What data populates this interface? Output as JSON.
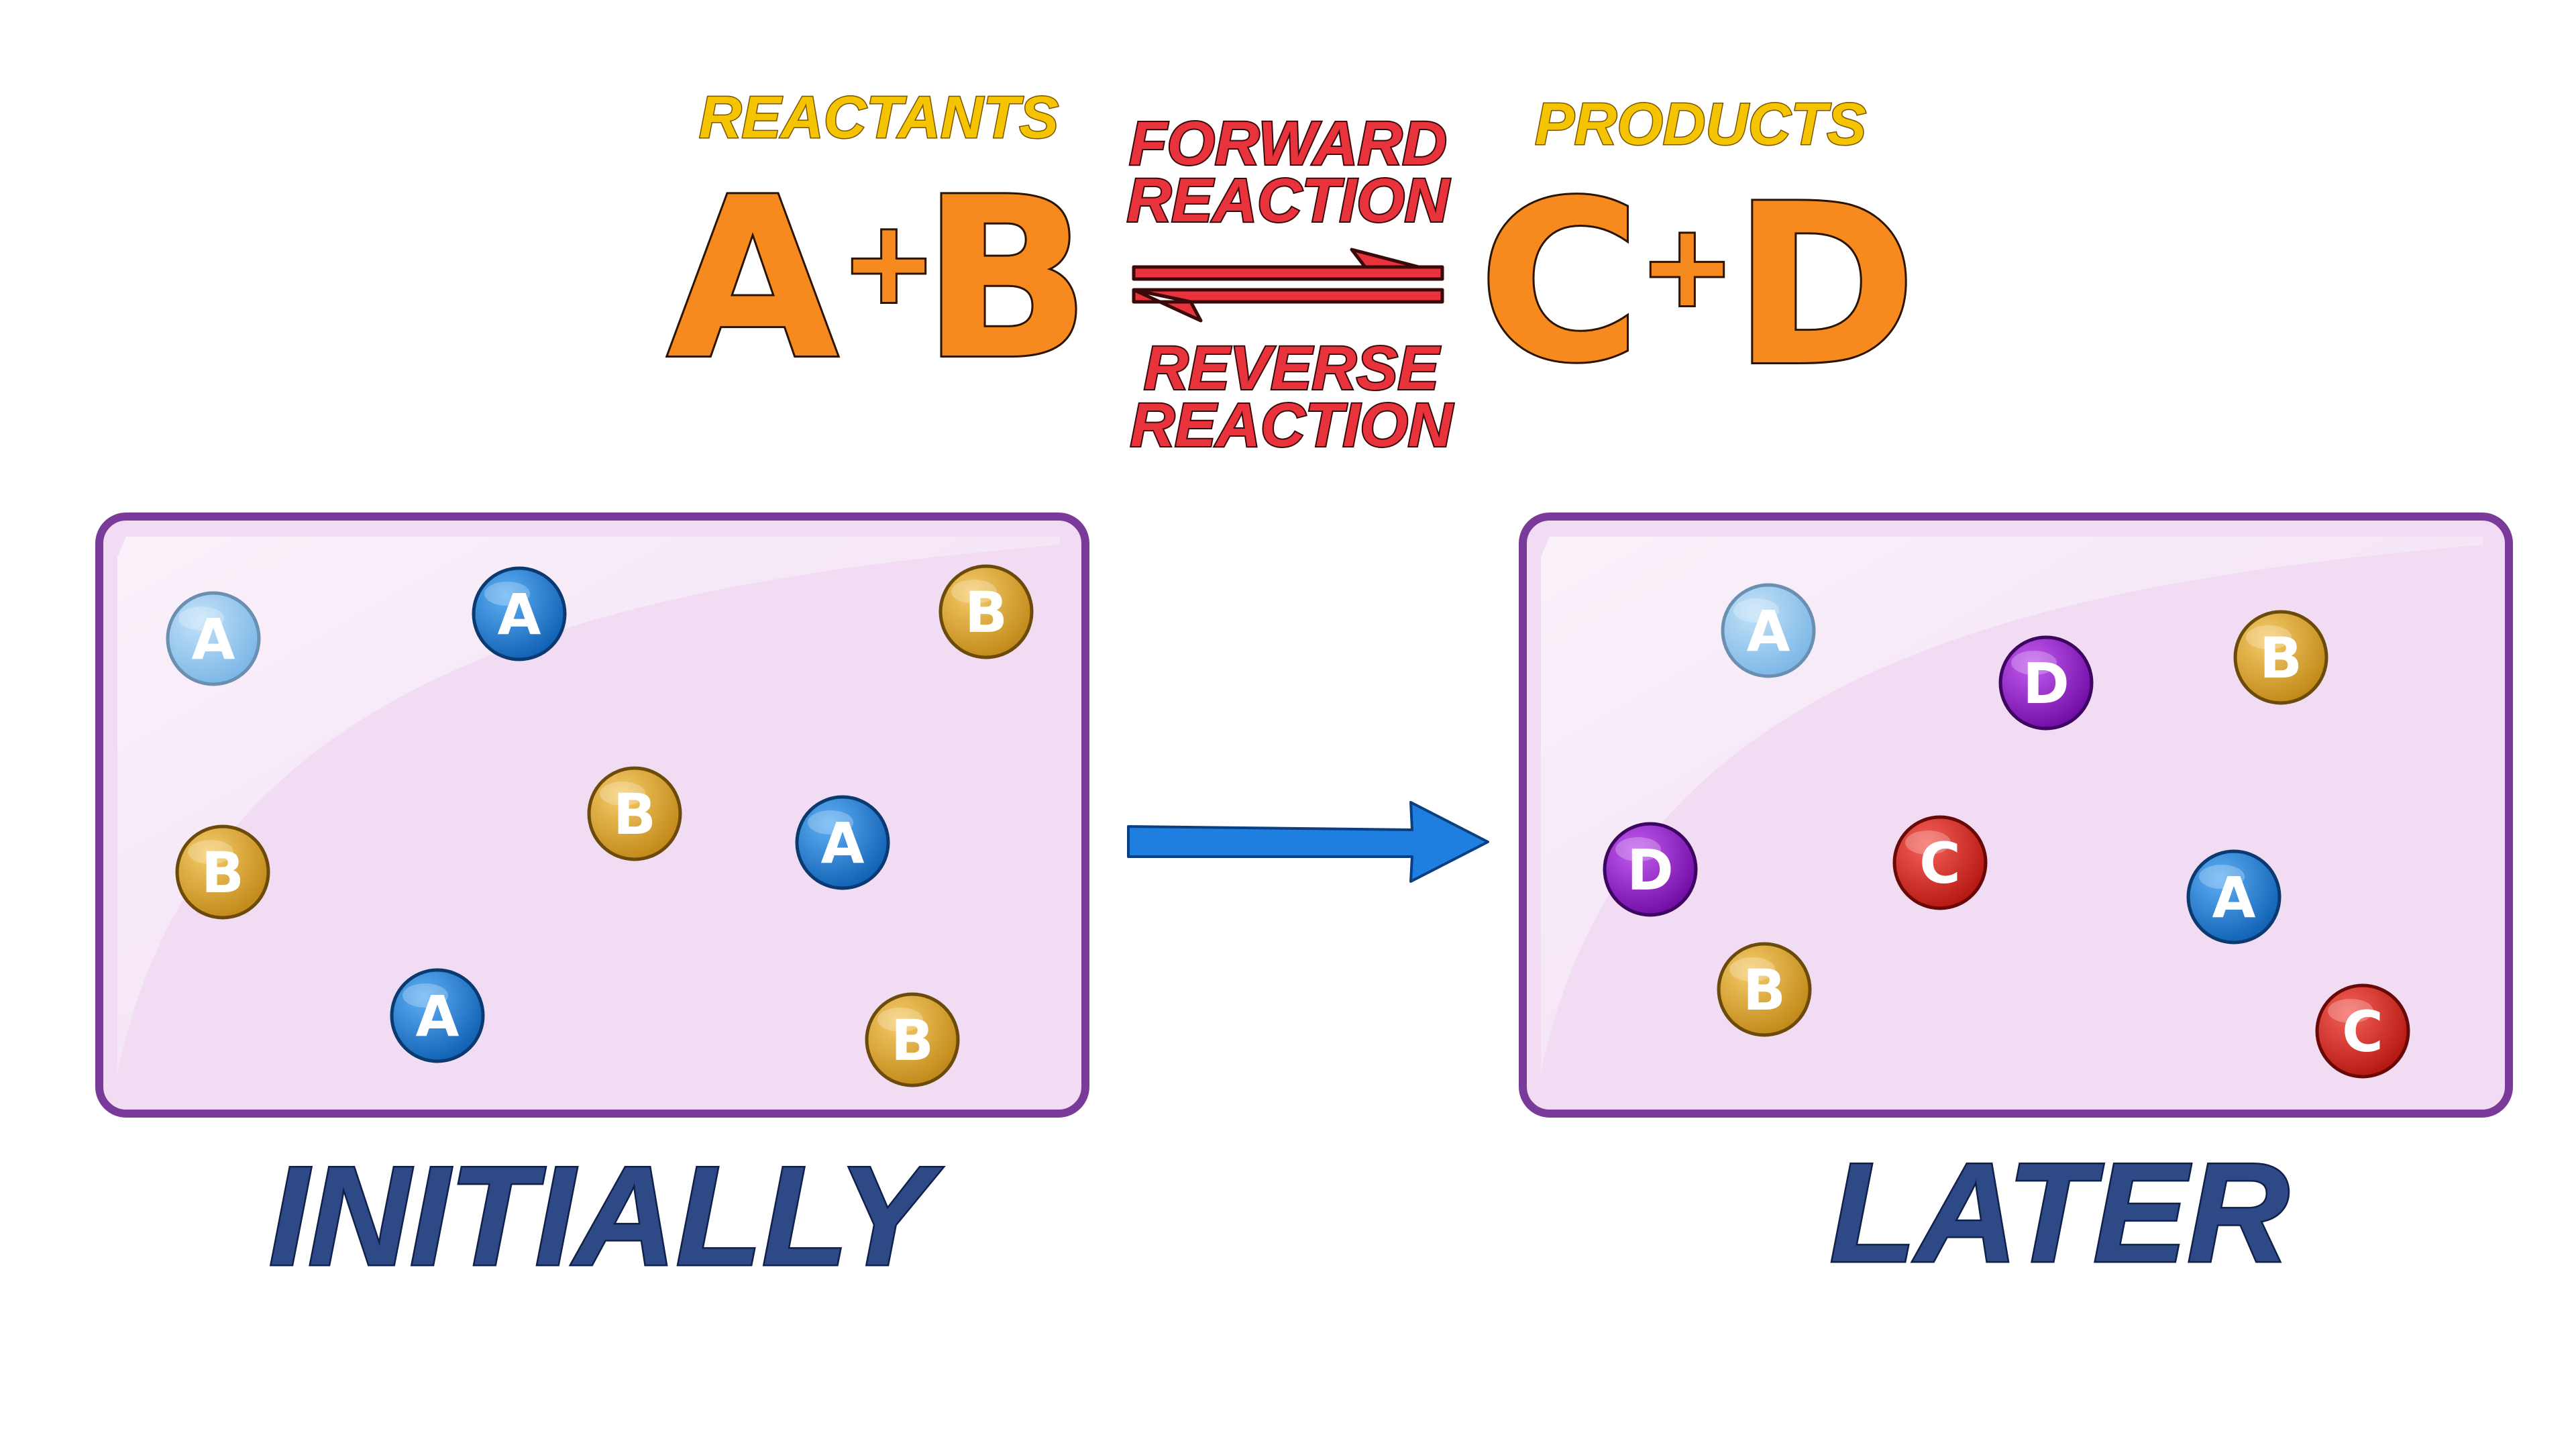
{
  "equation": {
    "reactants_label": "REACTANTS",
    "products_label": "PRODUCTS",
    "forward_label_line1": "FORWARD",
    "forward_label_line2": "REACTION",
    "reverse_label_line1": "REVERSE",
    "reverse_label_line2": "REACTION",
    "reactant_1": "A",
    "reactant_2": "B",
    "product_1": "C",
    "product_2": "D",
    "plus": "+"
  },
  "states": {
    "initial_label": "INITIALLY",
    "later_label": "LATER"
  },
  "colors": {
    "A": "#1f78d1",
    "B": "#e0a42a",
    "C": "#d9271e",
    "D": "#9b1fd1",
    "A_light": "#8cc3ec",
    "container_border": "#7a3a9a",
    "container_fill": "#f1dcf3",
    "arrow_blue": "#1f7fe0",
    "equilibrium_red": "#e8323c",
    "letter_orange": "#f78a1f",
    "label_yellow": "#f5c400",
    "state_label_blue": "#2e4a86"
  },
  "initial_particles": [
    {
      "label": "A",
      "kind": "A_light"
    },
    {
      "label": "A",
      "kind": "A"
    },
    {
      "label": "B",
      "kind": "B"
    },
    {
      "label": "B",
      "kind": "B"
    },
    {
      "label": "B",
      "kind": "B"
    },
    {
      "label": "A",
      "kind": "A"
    },
    {
      "label": "A",
      "kind": "A"
    },
    {
      "label": "B",
      "kind": "B"
    }
  ],
  "later_particles": [
    {
      "label": "A",
      "kind": "A_light"
    },
    {
      "label": "D",
      "kind": "D"
    },
    {
      "label": "B",
      "kind": "B"
    },
    {
      "label": "D",
      "kind": "D"
    },
    {
      "label": "C",
      "kind": "C"
    },
    {
      "label": "A",
      "kind": "A"
    },
    {
      "label": "B",
      "kind": "B"
    },
    {
      "label": "C",
      "kind": "C"
    }
  ]
}
